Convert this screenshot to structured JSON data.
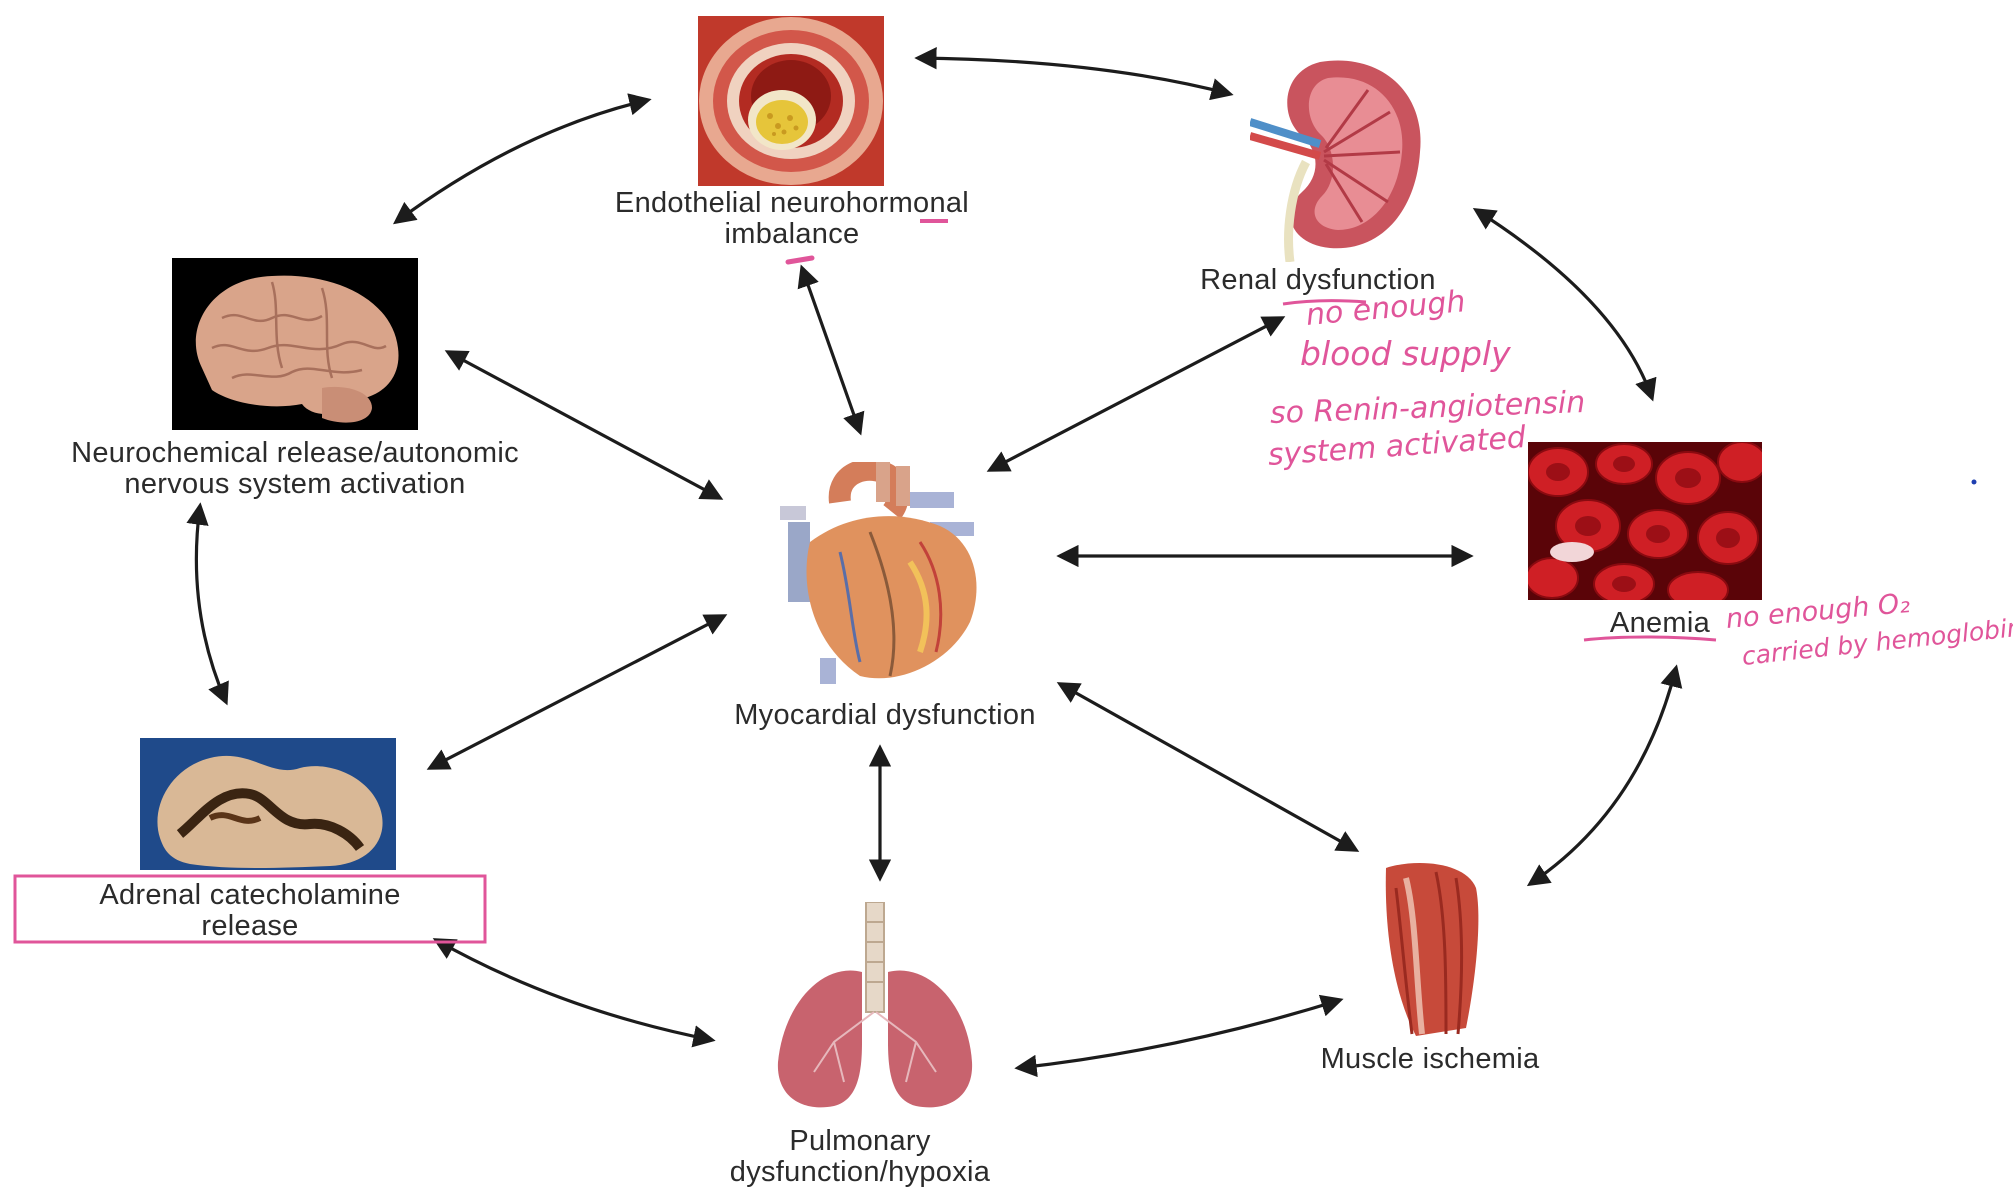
{
  "nodes": {
    "endothelial": {
      "line1": "Endothelial neurohormonal",
      "line2": "imbalance"
    },
    "renal": {
      "line1": "Renal dysfunction"
    },
    "neurochemical": {
      "line1": "Neurochemical release/autonomic",
      "line2": "nervous system activation"
    },
    "myocardial": {
      "line1": "Myocardial dysfunction"
    },
    "anemia": {
      "line1": "Anemia"
    },
    "adrenal": {
      "line1": "Adrenal catecholamine",
      "line2": "release"
    },
    "muscle": {
      "line1": "Muscle ischemia"
    },
    "pulmonary": {
      "line1": "Pulmonary",
      "line2": "dysfunction/hypoxia"
    }
  },
  "annotations": {
    "renal_note_1": "no enough",
    "renal_note_2": "blood supply",
    "renal_note_3": "so Renin-angiotensin",
    "renal_note_4": "system activated",
    "anemia_note_1": "no enough O₂",
    "anemia_note_2": "carried by hemoglobin",
    "annotation_color": "#e0559a"
  },
  "colors": {
    "arrow": "#1c1c1c",
    "text": "#2b2b2b"
  }
}
